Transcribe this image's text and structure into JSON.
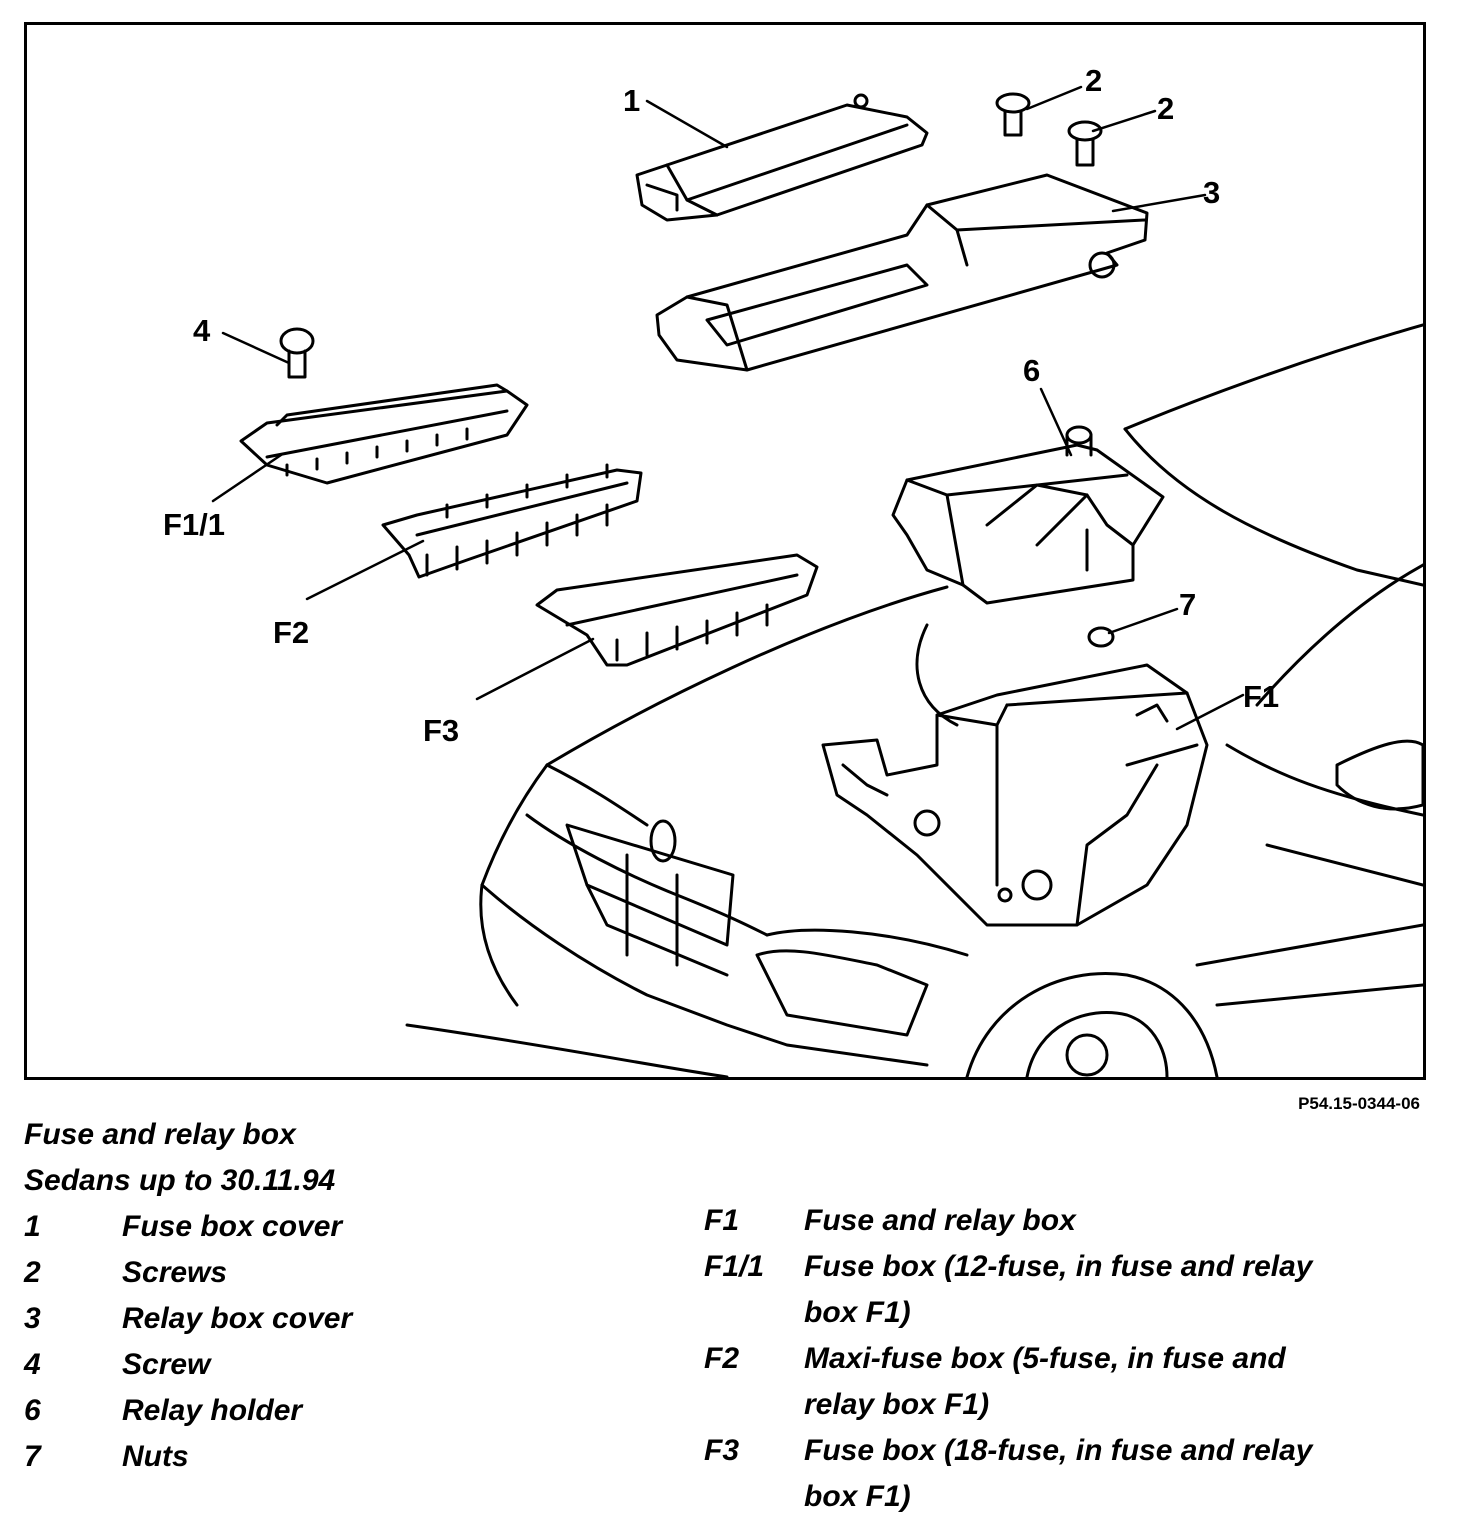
{
  "figure": {
    "callouts": {
      "c1": "1",
      "c2a": "2",
      "c2b": "2",
      "c3": "3",
      "c4": "4",
      "c6": "6",
      "c7": "7",
      "f1": "F1",
      "f11": "F1/1",
      "f2": "F2",
      "f3": "F3"
    },
    "code": "P54.15-0344-06"
  },
  "caption": {
    "title": "Fuse and relay box",
    "subtitle": "Sedans up to 30.11.94"
  },
  "legend_left": [
    {
      "num": "1",
      "desc": "Fuse box cover"
    },
    {
      "num": "2",
      "desc": "Screws"
    },
    {
      "num": "3",
      "desc": "Relay box cover"
    },
    {
      "num": "4",
      "desc": "Screw"
    },
    {
      "num": "6",
      "desc": "Relay holder"
    },
    {
      "num": "7",
      "desc": "Nuts"
    }
  ],
  "legend_right": [
    {
      "num": "F1",
      "desc": "Fuse and relay box"
    },
    {
      "num": "F1/1",
      "desc": "Fuse box (12-fuse, in fuse and relay box F1)"
    },
    {
      "num": "F2",
      "desc": "Maxi-fuse box (5-fuse, in fuse and relay box F1)"
    },
    {
      "num": "F3",
      "desc": "Fuse box (18-fuse, in fuse and relay box F1)"
    }
  ]
}
